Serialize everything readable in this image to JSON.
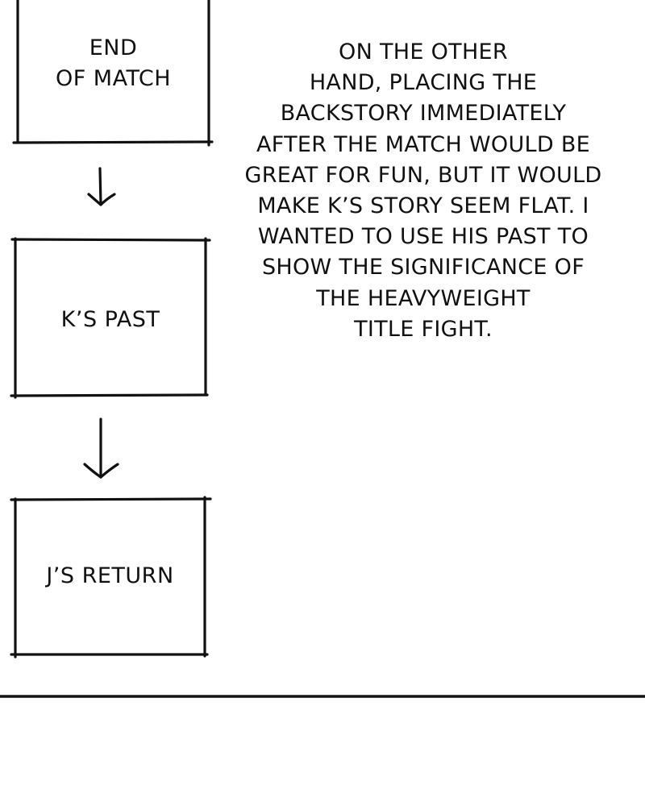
{
  "flowchart": {
    "boxes": [
      {
        "id": "end-of-match",
        "lines": [
          "END",
          "OF MATCH"
        ]
      },
      {
        "id": "ks-past",
        "lines": [
          "K’S PAST"
        ]
      },
      {
        "id": "js-return",
        "lines": [
          "J’S RETURN"
        ]
      }
    ],
    "arrows": [
      {
        "from": "end-of-match",
        "to": "ks-past"
      },
      {
        "from": "ks-past",
        "to": "js-return"
      }
    ]
  },
  "narration": {
    "lines": [
      "ON THE OTHER",
      "HAND, PLACING THE",
      "BACKSTORY IMMEDIATELY",
      "AFTER THE MATCH WOULD BE",
      "GREAT FOR FUN, BUT IT WOULD",
      "MAKE K’S STORY SEEM FLAT. I",
      "WANTED TO USE HIS PAST TO",
      "SHOW THE SIGNIFICANCE OF",
      "THE HEAVYWEIGHT",
      "TITLE FIGHT."
    ]
  },
  "colors": {
    "ink": "#111111",
    "paper": "#ffffff"
  }
}
